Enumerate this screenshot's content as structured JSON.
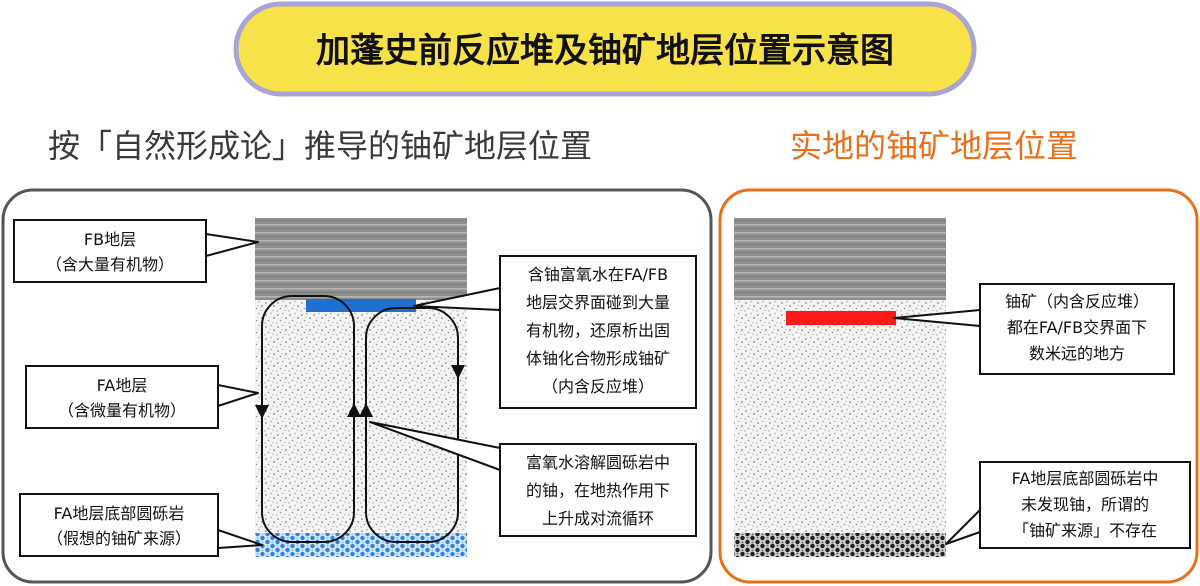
{
  "title": "加蓬史前反应堆及铀矿地层位置示意图",
  "left_panel": {
    "heading": "按「自然形成论」推导的铀矿地层位置",
    "fb_label": [
      "FB地层",
      "（含大量有机物）"
    ],
    "fa_label": [
      "FA地层",
      "（含微量有机物）"
    ],
    "bottom_label": [
      "FA地层底部圆砾岩",
      "（假想的铀矿来源）"
    ],
    "ore_note": [
      "含铀富氧水在FA/FB",
      "地层交界面碰到大量",
      "有机物，还原析出固",
      "体铀化合物形成铀矿",
      "（内含反应堆）"
    ],
    "flow_note": [
      "富氧水溶解圆砾岩中",
      "的铀，在地热作用下",
      "上升成对流循环"
    ]
  },
  "right_panel": {
    "heading": "实地的铀矿地层位置",
    "ore_note": [
      "铀矿（内含反应堆）",
      "都在FA/FB交界面下",
      "数米远的地方"
    ],
    "bottom_note": [
      "FA地层底部圆砾岩中",
      "未发现铀，所谓的",
      "「铀矿来源」不存在"
    ]
  },
  "colors": {
    "title_fill": "#f7e24a",
    "title_border": "#a9a3d6",
    "left_frame": "#555555",
    "right_frame": "#ea6f1a",
    "ore_blue": "#1f6fd0",
    "ore_red": "#ff1a1a",
    "fb_gray": "#8e8e8e",
    "bottom_blue": "#3b8fe8",
    "bottom_black": "#222222"
  }
}
